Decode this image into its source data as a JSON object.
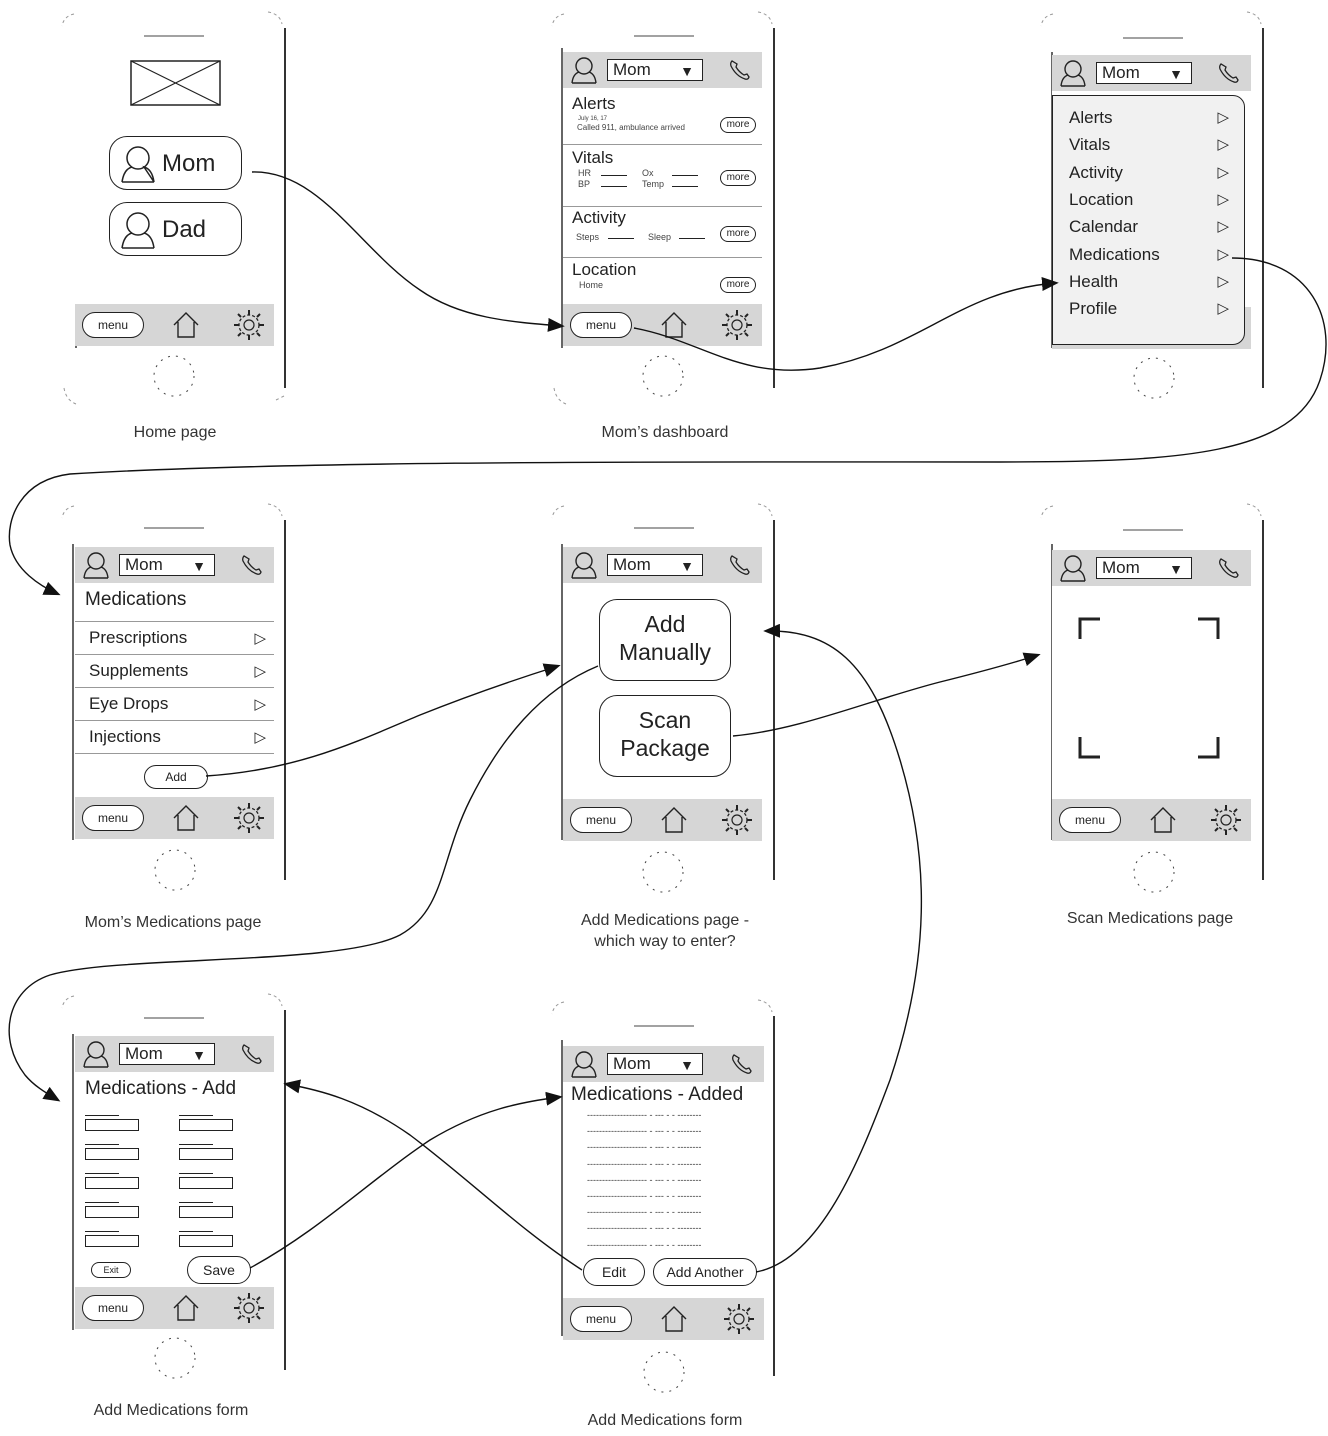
{
  "profiles": {
    "mom": "Mom",
    "dad": "Dad"
  },
  "common": {
    "menu": "menu",
    "selected_profile": "Mom",
    "caret": "▼",
    "tri": "▷"
  },
  "captions": {
    "home": "Home page",
    "dashboard": "Mom’s dashboard",
    "medications": "Mom’s Medications page",
    "add_line1": "Add Medications page -",
    "add_line2": "which way to enter?",
    "scan": "Scan Medications page",
    "form": "Add Medications form",
    "added": "Add Medications form"
  },
  "dashboard": {
    "alerts_title": "Alerts",
    "alerts_date": "July 16, 17",
    "alerts_text": "Called 911, ambulance arrived",
    "vitals_title": "Vitals",
    "hr": "HR",
    "bp": "BP",
    "ox": "Ox",
    "temp": "Temp",
    "activity_title": "Activity",
    "steps": "Steps",
    "sleep": "Sleep",
    "location_title": "Location",
    "location_value": "Home",
    "more": "more"
  },
  "menu_items": [
    "Alerts",
    "Vitals",
    "Activity",
    "Location",
    "Calendar",
    "Medications",
    "Health",
    "Profile"
  ],
  "medications": {
    "title": "Medications",
    "items": [
      "Prescriptions",
      "Supplements",
      "Eye Drops",
      "Injections"
    ],
    "add": "Add"
  },
  "add_page": {
    "manual_line1": "Add",
    "manual_line2": "Manually",
    "scan_line1": "Scan",
    "scan_line2": "Package"
  },
  "form": {
    "title": "Medications - Add",
    "exit": "Exit",
    "save": "Save"
  },
  "added": {
    "title": "Medications - Added",
    "row_text": "-------------------- -  --- - - --------",
    "edit": "Edit",
    "add_another": "Add Another"
  }
}
